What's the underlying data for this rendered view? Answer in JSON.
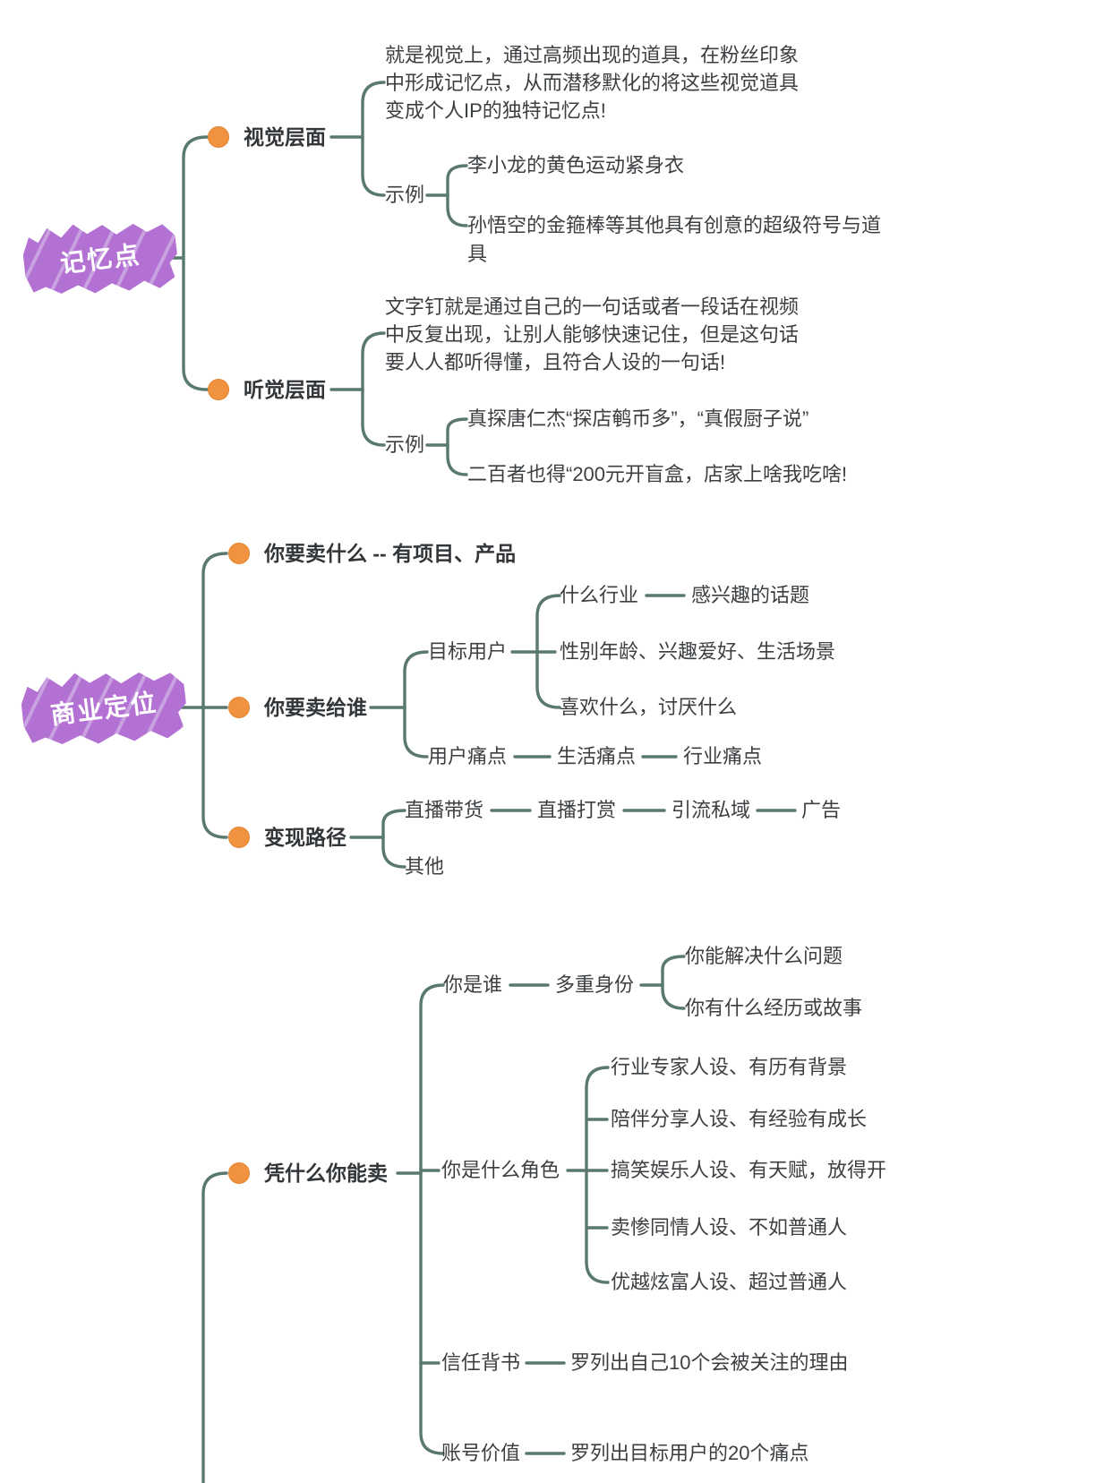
{
  "colors": {
    "branch_line": "#5a796d",
    "node_dot": "#f0923f",
    "topic_bg": "#b372d3",
    "text": "#3c3f42"
  },
  "s1": {
    "topic": "记忆点",
    "visual": {
      "label": "视觉层面",
      "note": "就是视觉上，通过高频出现的道具，在粉丝印象\n中形成记忆点，从而潜移默化的将这些视觉道具\n变成个人IP的独特记忆点!",
      "example_label": "示例",
      "examples": [
        "李小龙的黄色运动紧身衣",
        "孙悟空的金箍棒等其他具有创意的超级符号与道具"
      ]
    },
    "audio": {
      "label": "听觉层面",
      "note": "文字钉就是通过自己的一句话或者一段话在视频\n中反复出现，让别人能够快速记住，但是这句话\n要人人都听得懂，且符合人设的一句话!",
      "example_label": "示例",
      "examples": [
        "真探唐仁杰“探店鹌币多”，“真假厨子说”",
        "二百者也得“200元开盲盒，店家上啥我吃啥!"
      ]
    }
  },
  "s2": {
    "topic": "商业定位",
    "what": {
      "label": "你要卖什么 -- 有项目、产品"
    },
    "who": {
      "label": "你要卖给谁",
      "target_user": {
        "label": "目标用户",
        "industry": {
          "label": "什么行业",
          "child": "感兴趣的话题"
        },
        "profile": "性别年龄、兴趣爱好、生活场景",
        "likes": "喜欢什么，讨厌什么"
      },
      "pain": {
        "chain": [
          "用户痛点",
          "生活痛点",
          "行业痛点"
        ]
      }
    },
    "monetize": {
      "label": "变现路径",
      "chain": [
        "直播带货",
        "直播打赏",
        "引流私域",
        "广告"
      ],
      "other": "其他"
    }
  },
  "s3": {
    "why_you": {
      "label": "凭什么你能卖",
      "who_are_you": {
        "label": "你是谁",
        "identity": {
          "label": "多重身份",
          "children": [
            "你能解决什么问题",
            "你有什么经历或故事"
          ]
        }
      },
      "role": {
        "label": "你是什么角色",
        "children": [
          "行业专家人设、有历有背景",
          "陪伴分享人设、有经验有成长",
          "搞笑娱乐人设、有天赋，放得开",
          "卖惨同情人设、不如普通人",
          "优越炫富人设、超过普通人"
        ]
      },
      "trust": {
        "label": "信任背书",
        "child": "罗列出自己10个会被关注的理由"
      },
      "value": {
        "label": "账号价值",
        "child": "罗列出目标用户的20个痛点"
      }
    }
  }
}
